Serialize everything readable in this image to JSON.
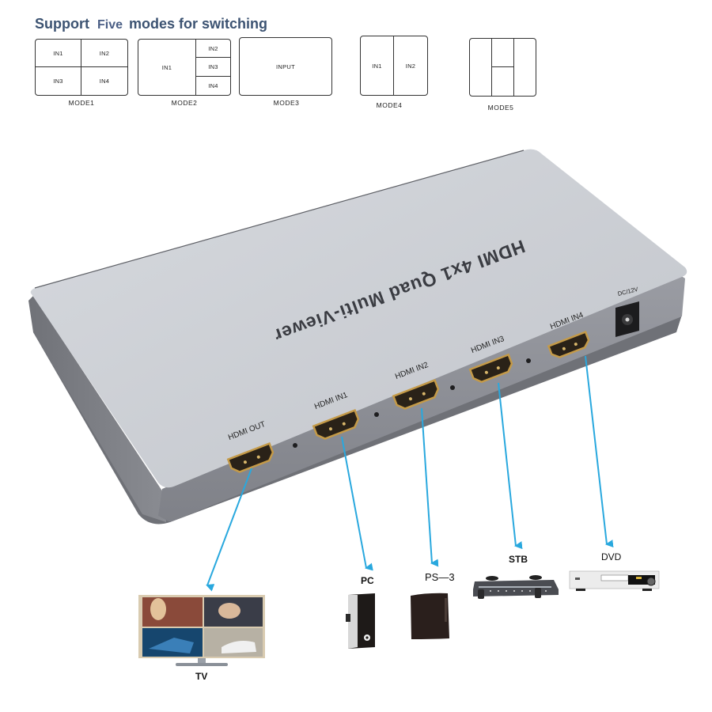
{
  "headline": {
    "prefix": "Support",
    "count": "Five",
    "suffix": "modes for switching"
  },
  "modes": [
    {
      "label": "MODE1",
      "cells": [
        "IN1",
        "IN2",
        "IN3",
        "IN4"
      ]
    },
    {
      "label": "MODE2",
      "cells": [
        "IN1",
        "IN2",
        "IN3",
        "IN4"
      ]
    },
    {
      "label": "MODE3",
      "cells": [
        "INPUT"
      ]
    },
    {
      "label": "MODE4",
      "cells": [
        "IN1",
        "IN2"
      ]
    },
    {
      "label": "MODE5",
      "cells": []
    }
  ],
  "device": {
    "title": "HDMI 4x1 Quad Multi-Viewer",
    "ports": {
      "out": "HDMI OUT",
      "in1": "HDMI IN1",
      "in2": "HDMI IN2",
      "in3": "HDMI IN3",
      "in4": "HDMI IN4",
      "power": "DC/12V"
    },
    "colors": {
      "top": "#c9ccd2",
      "front": "#8e9097",
      "arrow": "#29a8de",
      "port_gold": "#b8923e"
    }
  },
  "connections": [
    {
      "port": "HDMI OUT",
      "device": "TV"
    },
    {
      "port": "HDMI IN1",
      "device": "PC"
    },
    {
      "port": "HDMI IN2",
      "device": "PS-3"
    },
    {
      "port": "HDMI IN3",
      "device": "STB"
    },
    {
      "port": "HDMI IN4",
      "device": "DVD"
    }
  ],
  "devices": {
    "tv": "TV",
    "pc": "PC",
    "ps3": "PS—3",
    "stb": "STB",
    "dvd": "DVD"
  }
}
